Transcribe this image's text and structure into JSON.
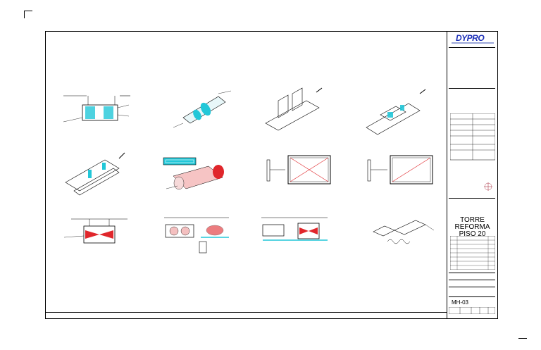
{
  "title_block": {
    "logo": "DYPRO",
    "project_line1": "TORRE REFORMA",
    "project_line2": "PISO 20",
    "sheet_number": "MH-03"
  },
  "colors": {
    "logo_blue": "#1c2fb8",
    "duct_cyan": "#22c7d8",
    "red": "#e0262b",
    "line": "#000000"
  }
}
